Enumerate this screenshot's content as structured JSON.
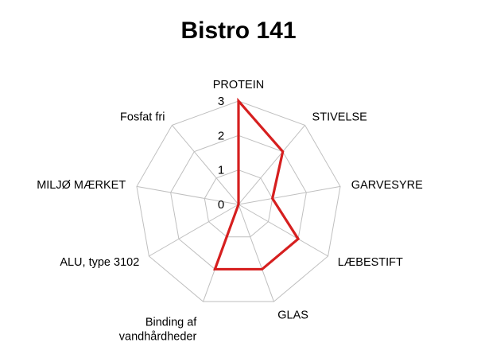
{
  "chart_data": {
    "type": "radar",
    "title": "Bistro 141",
    "categories": [
      "PROTEIN",
      "STIVELSE",
      "GARVESYRE",
      "LÆBESTIFT",
      "GLAS",
      "Binding af vandhårdheder",
      "ALU, type 3102",
      "MILJØ MÆRKET",
      "Fosfat fri"
    ],
    "series": [
      {
        "values": [
          3,
          2,
          1,
          2,
          2,
          2,
          0,
          0,
          0
        ],
        "color": "#d61f1f"
      }
    ],
    "rlim": [
      0,
      3
    ],
    "ticks": [
      0,
      1,
      2,
      3
    ],
    "grid": true,
    "legend": "none",
    "grid_color": "#bfbfbf"
  }
}
